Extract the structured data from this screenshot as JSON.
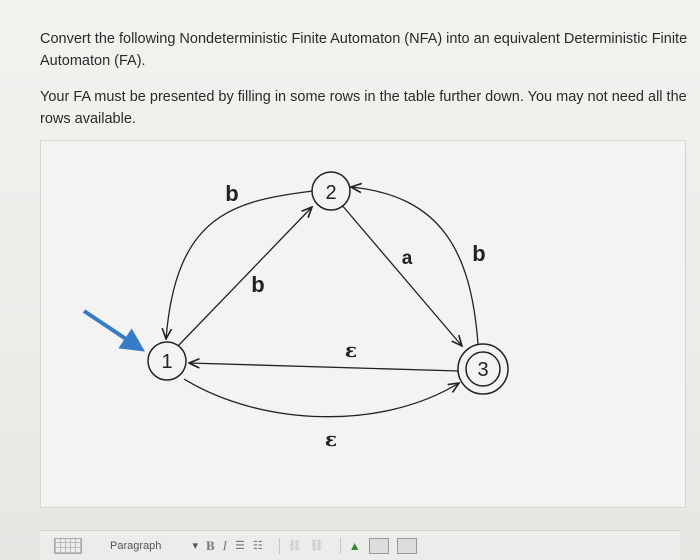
{
  "question": {
    "line1": "Convert the following Nondeterministic Finite Automaton (NFA) into an equivalent Deterministic Finite Automaton (FA).",
    "line2": "Your FA must be presented by filling in some rows in the table further down. You may not need all the rows available."
  },
  "diagram": {
    "states": [
      "1",
      "2",
      "3"
    ],
    "start_state": "1",
    "accept_states": [
      "3"
    ],
    "transitions": [
      {
        "from": "1",
        "to": "2",
        "label": "b"
      },
      {
        "from": "2",
        "to": "1",
        "label": "b"
      },
      {
        "from": "2",
        "to": "3",
        "label": "a"
      },
      {
        "from": "3",
        "to": "2",
        "label": "b"
      },
      {
        "from": "3",
        "to": "1",
        "label": "ε"
      },
      {
        "from": "1",
        "to": "3",
        "label": "ε"
      }
    ],
    "colors": {
      "stroke": "#222222",
      "start_arrow": "#3a7bc8",
      "background": "#f3f3f1"
    }
  },
  "toolbar": {
    "paragraph_label": "Paragraph",
    "bold_label": "B",
    "italic_label": "I",
    "icons": [
      "table-icon",
      "bold-icon",
      "italic-icon",
      "bullet-list-icon",
      "numbered-list-icon",
      "link-icon",
      "unlink-icon",
      "insert-icon",
      "image-icon",
      "media-icon"
    ]
  }
}
